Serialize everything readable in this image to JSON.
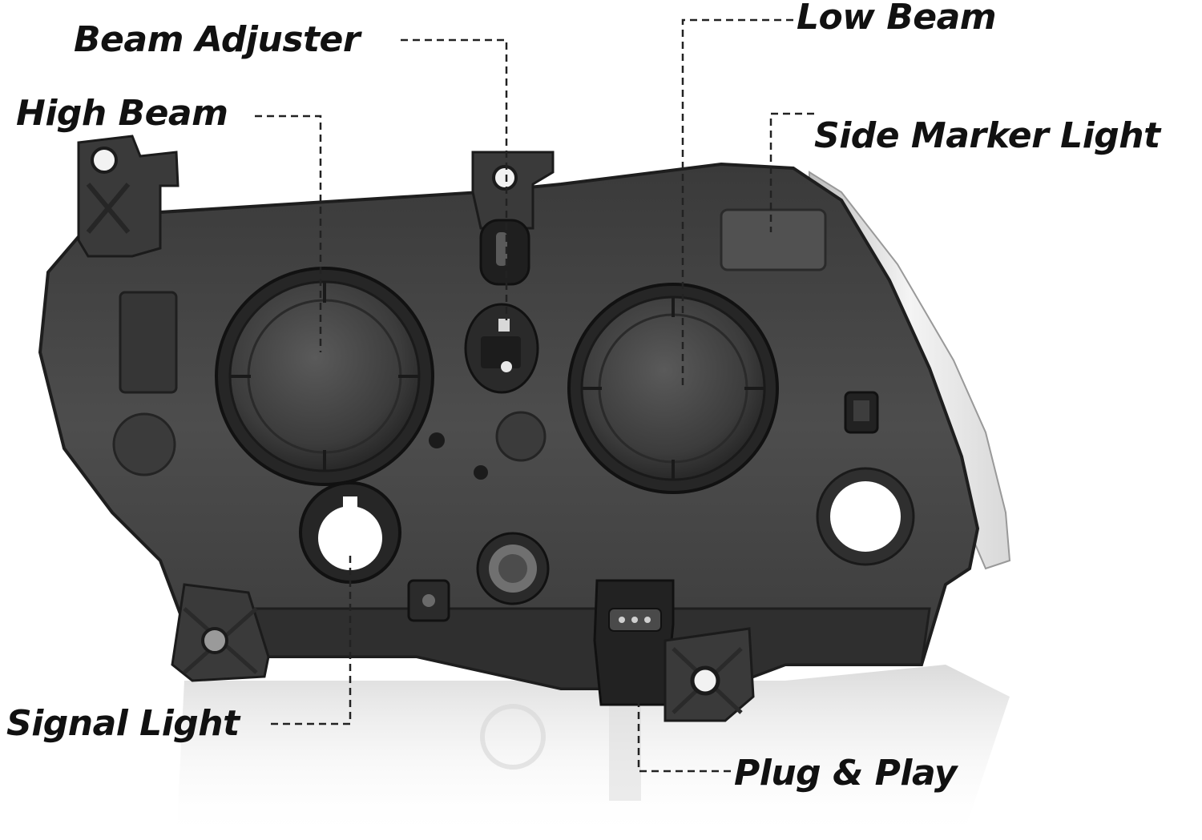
{
  "labels": {
    "beam_adjuster": "Beam Adjuster",
    "high_beam": "High Beam",
    "low_beam": "Low Beam",
    "side_marker_light": "Side Marker Light",
    "signal_light": "Signal Light",
    "plug_and_play": "Plug & Play"
  },
  "colors": {
    "housing": "#4a4a4a",
    "housing_dark": "#2e2e2e",
    "lens_clear": "#e9e9e9",
    "text": "#111111",
    "leader_line": "#222222"
  }
}
